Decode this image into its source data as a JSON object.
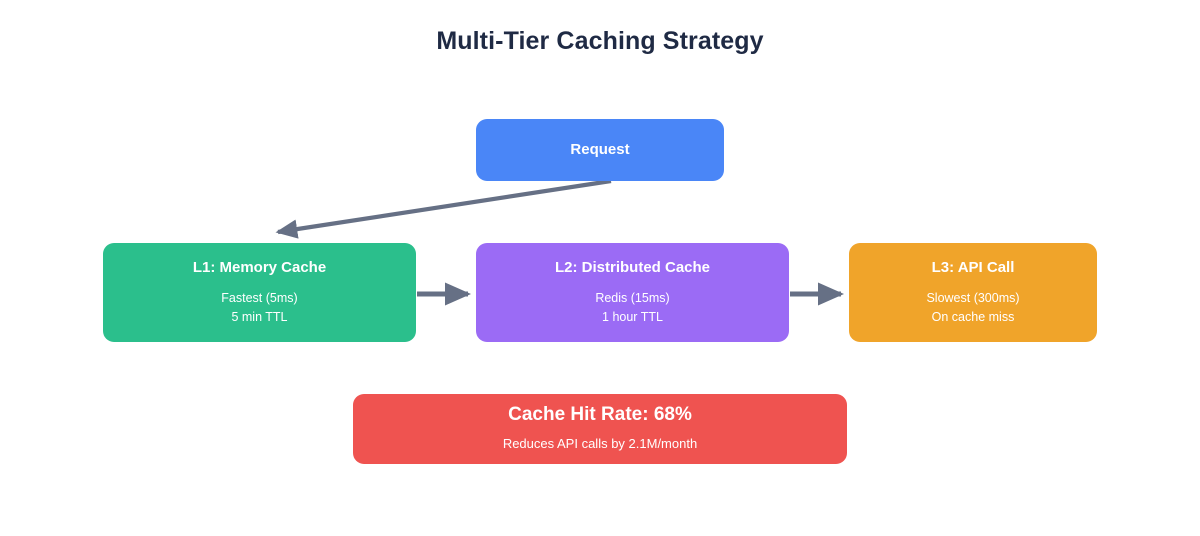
{
  "diagram": {
    "title": "Multi-Tier Caching Strategy",
    "background": "#ffffff",
    "edge_color": "#667085",
    "nodes": {
      "request": {
        "title": "Request",
        "color": "#4a86f7"
      },
      "l1": {
        "title": "L1: Memory Cache",
        "sub_line1": "Fastest (5ms)",
        "sub_line2": "5 min TTL",
        "color": "#2bbf8c"
      },
      "l2": {
        "title": "L2: Distributed Cache",
        "sub_line1": "Redis (15ms)",
        "sub_line2": "1 hour TTL",
        "color": "#9b6bf5"
      },
      "l3": {
        "title": "L3: API Call",
        "sub_line1": "Slowest (300ms)",
        "sub_line2": "On cache miss",
        "color": "#f0a42a"
      },
      "summary": {
        "title": "Cache Hit Rate: 68%",
        "sub_line1": "Reduces API calls by 2.1M/month",
        "color": "#ef5350"
      }
    },
    "edges": [
      {
        "name": "request-to-l1",
        "from": "request",
        "to": "l1",
        "style": "diagonal-arrow"
      },
      {
        "name": "l1-to-l2",
        "from": "l1",
        "to": "l2",
        "style": "horizontal-arrow"
      },
      {
        "name": "l2-to-l3",
        "from": "l2",
        "to": "l3",
        "style": "horizontal-arrow"
      }
    ]
  }
}
